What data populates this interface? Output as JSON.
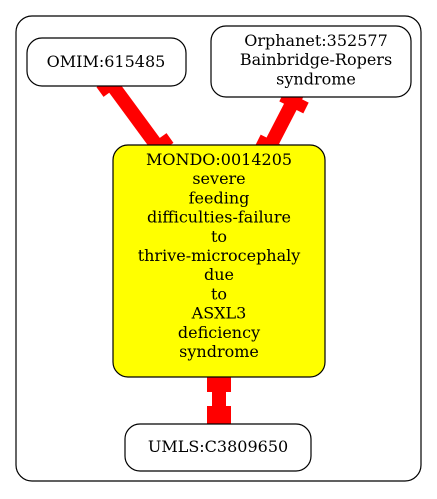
{
  "colors": {
    "edge": "#ff0000",
    "node_fill": "#ffffff",
    "highlight_fill": "#ffff00",
    "stroke": "#000000"
  },
  "nodes": {
    "omim": {
      "lines": [
        "OMIM:615485"
      ]
    },
    "orphanet": {
      "lines": [
        "Orphanet:352577",
        "Bainbridge-Ropers",
        "syndrome"
      ]
    },
    "mondo": {
      "lines": [
        "MONDO:0014205",
        "severe",
        "feeding",
        "difficulties-failure",
        "to",
        "thrive-microcephaly",
        "due",
        "to",
        "ASXL3",
        "deficiency",
        "syndrome"
      ]
    },
    "umls": {
      "lines": [
        "UMLS:C3809650"
      ]
    }
  }
}
